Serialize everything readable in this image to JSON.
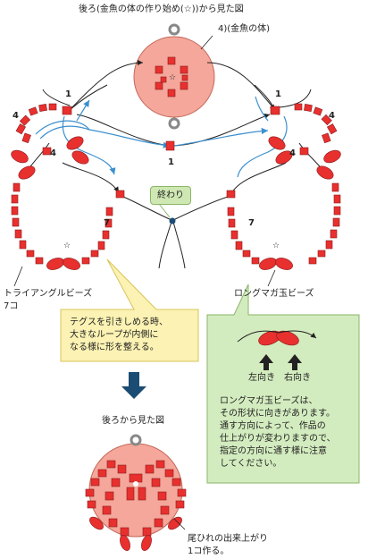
{
  "labels": {
    "top_title": "後ろ(金魚の体の作り始め(☆))から見た図",
    "body_label": "4)(金魚の体)",
    "end_label": "終わり",
    "triangle_beads": "トライアングルビーズ",
    "triangle_count": "7コ",
    "long_magatama": "ロングマガ玉ビーズ",
    "left_dir": "左向き",
    "right_dir": "右向き",
    "back_view": "後ろから見た図",
    "tail_done_1": "尾ひれの出来上がり",
    "tail_done_2": "1コ作る。",
    "star": "☆"
  },
  "numbers": {
    "n1_left": "1",
    "n1_right": "1",
    "n1_center": "1",
    "n4_left_top": "4",
    "n4_left_mid": "4",
    "n4_right_top": "4",
    "n4_right_mid": "4",
    "n7_left": "7",
    "n7_right": "7"
  },
  "yellow_note": [
    "テグスを引きしめる時、",
    "大きなループが内側に",
    "なる様に形を整える。"
  ],
  "green_note": [
    "ロングマガ玉ビーズは、",
    "その形状に向きがあります。",
    "通す方向によって、作品の",
    "仕上がりが変わりますので、",
    "指定の方向に通す様に注意",
    "してください。"
  ],
  "colors": {
    "bead_red": "#e8302f",
    "body_fill": "#f4a79a",
    "line_blue": "#3b8fcf",
    "line_black": "#222222",
    "yellow_box": "#fbf2b3",
    "green_box": "#d3ecbf",
    "arrow_navy": "#1b4c73"
  }
}
